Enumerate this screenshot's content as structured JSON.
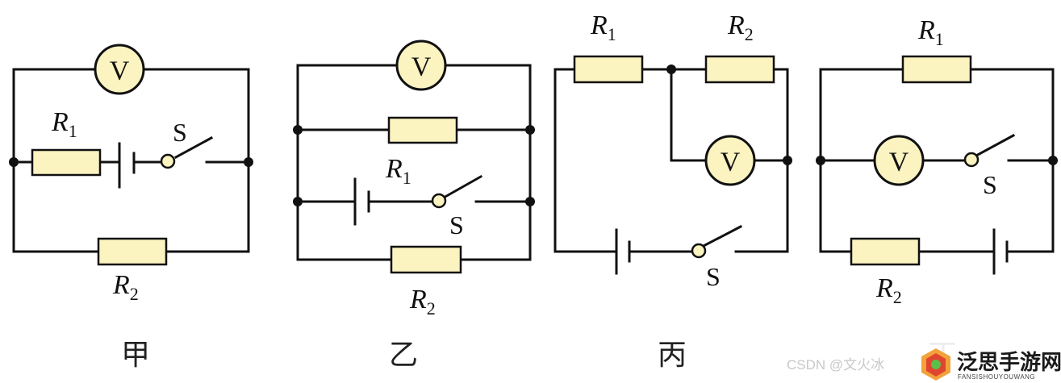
{
  "circuits": [
    {
      "caption": "甲",
      "meter": "V",
      "r1": {
        "letter": "R",
        "sub": "1"
      },
      "r2": {
        "letter": "R",
        "sub": "2"
      },
      "switch": "S"
    },
    {
      "caption": "乙",
      "meter": "V",
      "r1": {
        "letter": "R",
        "sub": "1"
      },
      "r2": {
        "letter": "R",
        "sub": "2"
      },
      "switch": "S"
    },
    {
      "caption": "丙",
      "meter": "V",
      "r1": {
        "letter": "R",
        "sub": "1"
      },
      "r2": {
        "letter": "R",
        "sub": "2"
      },
      "switch": "S"
    },
    {
      "caption": "丁",
      "meter": "V",
      "r1": {
        "letter": "R",
        "sub": "1"
      },
      "r2": {
        "letter": "R",
        "sub": "2"
      },
      "switch": "S"
    }
  ],
  "watermark": "CSDN @文火冰",
  "logo": {
    "title": "泛思手游网",
    "subtitle": "FANSISHOUYOUWANG"
  },
  "colors": {
    "component_fill": "#fbf3c0",
    "line": "#111111"
  }
}
